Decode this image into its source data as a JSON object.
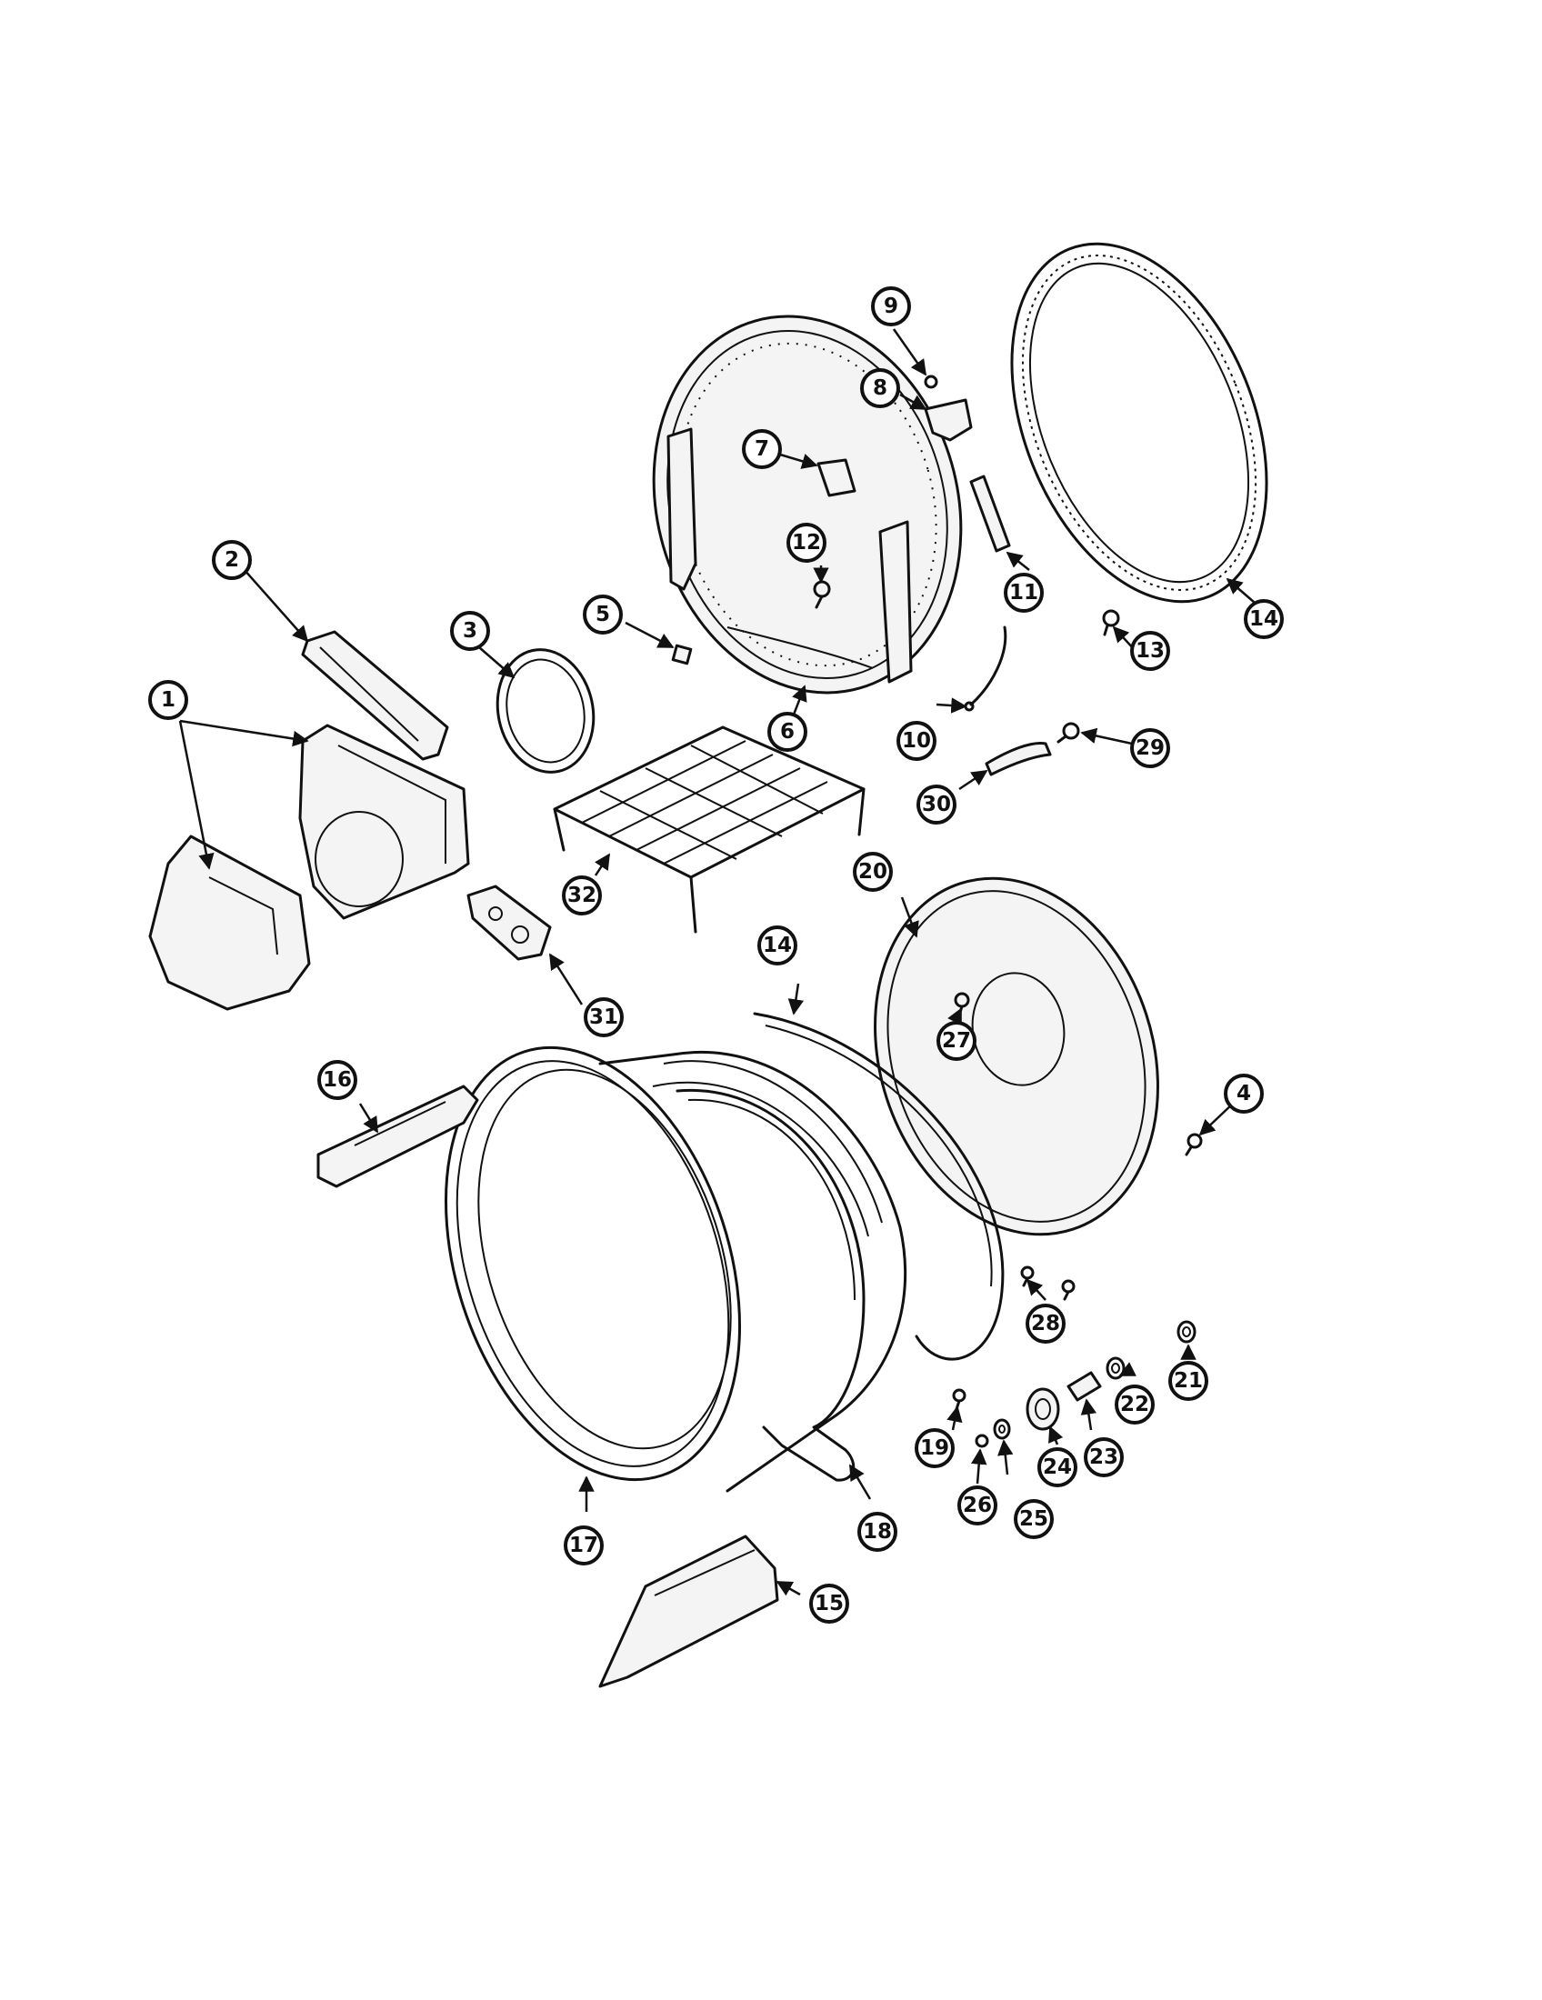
{
  "callouts": [
    {
      "label": "1"
    },
    {
      "label": "2"
    },
    {
      "label": "3"
    },
    {
      "label": "4"
    },
    {
      "label": "5"
    },
    {
      "label": "6"
    },
    {
      "label": "7"
    },
    {
      "label": "8"
    },
    {
      "label": "9"
    },
    {
      "label": "10"
    },
    {
      "label": "11"
    },
    {
      "label": "12"
    },
    {
      "label": "13"
    },
    {
      "label": "14"
    },
    {
      "label": "14"
    },
    {
      "label": "15"
    },
    {
      "label": "16"
    },
    {
      "label": "17"
    },
    {
      "label": "18"
    },
    {
      "label": "19"
    },
    {
      "label": "20"
    },
    {
      "label": "21"
    },
    {
      "label": "22"
    },
    {
      "label": "23"
    },
    {
      "label": "24"
    },
    {
      "label": "25"
    },
    {
      "label": "26"
    },
    {
      "label": "27"
    },
    {
      "label": "28"
    },
    {
      "label": "29"
    },
    {
      "label": "30"
    },
    {
      "label": "31"
    },
    {
      "label": "32"
    }
  ]
}
